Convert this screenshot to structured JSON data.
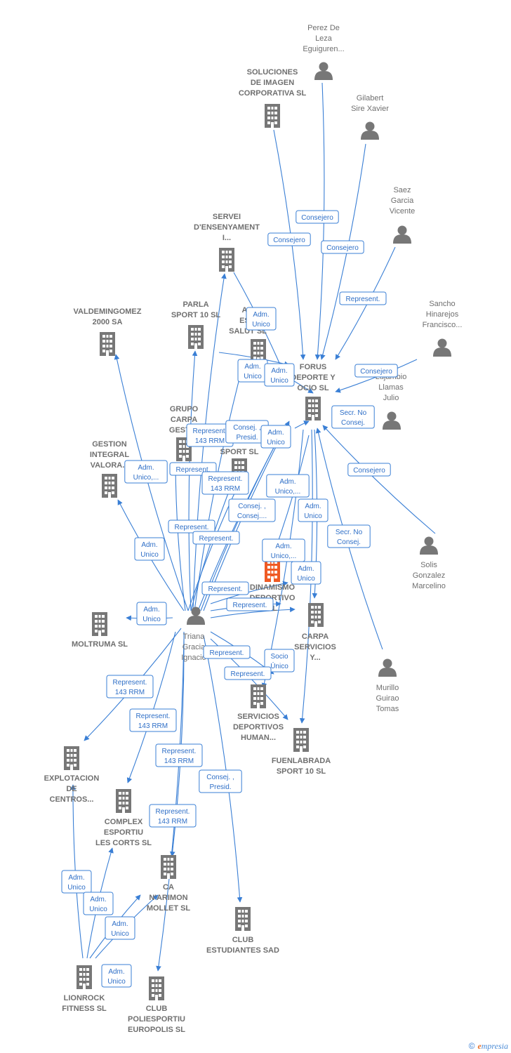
{
  "colors": {
    "edge": "#3a7fd5",
    "node": "#777777",
    "focus": "#ef5a24",
    "label": "#6f6f6f"
  },
  "footer": {
    "copyright": "©",
    "brand_e": "e",
    "brand_rest": "mpresia"
  },
  "nodes": [
    {
      "id": "perez",
      "type": "person",
      "icon": "person-icon",
      "lines": [
        "Perez De",
        "Leza",
        "Eguiguren..."
      ]
    },
    {
      "id": "soluciones",
      "type": "company",
      "icon": "building-icon",
      "lines": [
        "SOLUCIONES",
        "DE IMAGEN",
        "CORPORATIVA SL"
      ]
    },
    {
      "id": "gilabert",
      "type": "person",
      "icon": "person-icon",
      "lines": [
        "Gilabert",
        "Sire Xavier"
      ]
    },
    {
      "id": "saez",
      "type": "person",
      "icon": "person-icon",
      "lines": [
        "Saez",
        "Garcia",
        "Vicente"
      ]
    },
    {
      "id": "servei",
      "type": "company",
      "icon": "building-icon",
      "lines": [
        "SERVEI",
        "D'ENSENYAMENT",
        "I..."
      ]
    },
    {
      "id": "sancho",
      "type": "person",
      "icon": "person-icon",
      "lines": [
        "Sancho",
        "Hinarejos",
        "Francisco..."
      ]
    },
    {
      "id": "valdemingomez",
      "type": "company",
      "icon": "building-icon",
      "lines": [
        "VALDEMINGOMEZ",
        "2000 SA"
      ]
    },
    {
      "id": "parla",
      "type": "company",
      "icon": "building-icon",
      "lines": [
        "PARLA",
        "SPORT 10 SL"
      ]
    },
    {
      "id": "salut",
      "type": "company",
      "icon": "building-icon",
      "lines": [
        "A...",
        "ES...",
        "SALUT SL"
      ]
    },
    {
      "id": "forus",
      "type": "company",
      "icon": "building-icon",
      "lines": [
        "FORUS",
        "DEPORTE Y",
        "OCIO  SL"
      ]
    },
    {
      "id": "lujambio",
      "type": "person",
      "icon": "person-icon",
      "lines": [
        "Lujambio",
        "Llamas",
        "Julio"
      ]
    },
    {
      "id": "grupo",
      "type": "company",
      "icon": "building-icon",
      "lines": [
        "GRUPO",
        "CARPA",
        "GESTI..."
      ]
    },
    {
      "id": "sport",
      "type": "company",
      "icon": "building-icon",
      "lines": [
        "SPORT SL"
      ]
    },
    {
      "id": "gestion",
      "type": "company",
      "icon": "building-icon",
      "lines": [
        "GESTION",
        "INTEGRAL",
        "VALORA..."
      ]
    },
    {
      "id": "solis",
      "type": "person",
      "icon": "person-icon",
      "lines": [
        "Solis",
        "Gonzalez",
        "Marcelino"
      ]
    },
    {
      "id": "dinamismo",
      "type": "company",
      "icon": "building-icon",
      "focus": true,
      "lines": [
        "DINAMISMO",
        "DEPORTIVO",
        "SL"
      ]
    },
    {
      "id": "triana",
      "type": "person",
      "icon": "person-icon",
      "lines": [
        "Triana",
        "Gracia",
        "Ignacio"
      ]
    },
    {
      "id": "carpa",
      "type": "company",
      "icon": "building-icon",
      "lines": [
        "CARPA",
        "SERVICIOS",
        "Y..."
      ]
    },
    {
      "id": "moltruma",
      "type": "company",
      "icon": "building-icon",
      "lines": [
        "MOLTRUMA SL"
      ]
    },
    {
      "id": "murillo",
      "type": "person",
      "icon": "person-icon",
      "lines": [
        "Murillo",
        "Guirao",
        "Tomas"
      ]
    },
    {
      "id": "servicios",
      "type": "company",
      "icon": "building-icon",
      "lines": [
        "SERVICIOS",
        "DEPORTIVOS",
        "HUMAN..."
      ]
    },
    {
      "id": "fuenlabrada",
      "type": "company",
      "icon": "building-icon",
      "lines": [
        "FUENLABRADA",
        "SPORT 10 SL"
      ]
    },
    {
      "id": "explotacion",
      "type": "company",
      "icon": "building-icon",
      "lines": [
        "EXPLOTACION",
        "DE",
        "CENTROS..."
      ]
    },
    {
      "id": "complex",
      "type": "company",
      "icon": "building-icon",
      "lines": [
        "COMPLEX",
        "ESPORTIU",
        "LES CORTS SL"
      ]
    },
    {
      "id": "ca",
      "type": "company",
      "icon": "building-icon",
      "lines": [
        "CA",
        "N'ARIMON",
        "MOLLET SL"
      ]
    },
    {
      "id": "estudiantes",
      "type": "company",
      "icon": "building-icon",
      "lines": [
        "CLUB",
        "ESTUDIANTES SAD"
      ]
    },
    {
      "id": "lionrock",
      "type": "company",
      "icon": "building-icon",
      "lines": [
        "LIONROCK",
        "FITNESS  SL"
      ]
    },
    {
      "id": "europolis",
      "type": "company",
      "icon": "building-icon",
      "lines": [
        "CLUB",
        "POLIESPORTIU",
        "EUROPOLIS SL"
      ]
    }
  ],
  "edge_labels": [
    {
      "id": "l1",
      "lines": [
        "Consejero"
      ]
    },
    {
      "id": "l2",
      "lines": [
        "Consejero"
      ]
    },
    {
      "id": "l3",
      "lines": [
        "Consejero"
      ]
    },
    {
      "id": "l4",
      "lines": [
        "Represent."
      ]
    },
    {
      "id": "l5",
      "lines": [
        "Consejero"
      ]
    },
    {
      "id": "l6",
      "lines": [
        "Adm.",
        "Unico"
      ]
    },
    {
      "id": "l7",
      "lines": [
        "Adm.",
        "Unico"
      ]
    },
    {
      "id": "l8",
      "lines": [
        "Adm.",
        "Unico"
      ]
    },
    {
      "id": "l9",
      "lines": [
        "Secr.  No",
        "Consej."
      ]
    },
    {
      "id": "l10",
      "lines": [
        "Represent.",
        "143 RRM"
      ]
    },
    {
      "id": "l11",
      "lines": [
        "Consej. ,",
        "Presid."
      ]
    },
    {
      "id": "l12",
      "lines": [
        "Adm.",
        "Unico"
      ]
    },
    {
      "id": "l13",
      "lines": [
        "Adm.",
        "Unico,..."
      ]
    },
    {
      "id": "l14",
      "lines": [
        "Represent."
      ]
    },
    {
      "id": "l15",
      "lines": [
        "Represent.",
        "143 RRM"
      ]
    },
    {
      "id": "l16",
      "lines": [
        "Consejero"
      ]
    },
    {
      "id": "l17",
      "lines": [
        "Adm.",
        "Unico,..."
      ]
    },
    {
      "id": "l18",
      "lines": [
        "Consej. ,",
        "Consej...."
      ]
    },
    {
      "id": "l19",
      "lines": [
        "Adm.",
        "Unico"
      ]
    },
    {
      "id": "l20",
      "lines": [
        "Represent."
      ]
    },
    {
      "id": "l21",
      "lines": [
        "Represent."
      ]
    },
    {
      "id": "l22",
      "lines": [
        "Secr.  No",
        "Consej."
      ]
    },
    {
      "id": "l23",
      "lines": [
        "Adm.",
        "Unico"
      ]
    },
    {
      "id": "l24",
      "lines": [
        "Adm.",
        "Unico,..."
      ]
    },
    {
      "id": "l25",
      "lines": [
        "Adm.",
        "Unico"
      ]
    },
    {
      "id": "l26",
      "lines": [
        "Represent."
      ]
    },
    {
      "id": "l27",
      "lines": [
        "Represent."
      ]
    },
    {
      "id": "l28",
      "lines": [
        "Adm.",
        "Unico"
      ]
    },
    {
      "id": "l29",
      "lines": [
        "Represent."
      ]
    },
    {
      "id": "l30",
      "lines": [
        "Socio",
        "Único"
      ]
    },
    {
      "id": "l31",
      "lines": [
        "Represent."
      ]
    },
    {
      "id": "l32",
      "lines": [
        "Represent.",
        "143 RRM"
      ]
    },
    {
      "id": "l33",
      "lines": [
        "Represent.",
        "143 RRM"
      ]
    },
    {
      "id": "l34",
      "lines": [
        "Represent.",
        "143 RRM"
      ]
    },
    {
      "id": "l35",
      "lines": [
        "Consej. ,",
        "Presid."
      ]
    },
    {
      "id": "l36",
      "lines": [
        "Represent.",
        "143 RRM"
      ]
    },
    {
      "id": "l37",
      "lines": [
        "Adm.",
        "Unico"
      ]
    },
    {
      "id": "l38",
      "lines": [
        "Adm.",
        "Unico"
      ]
    },
    {
      "id": "l39",
      "lines": [
        "Adm.",
        "Unico"
      ]
    },
    {
      "id": "l40",
      "lines": [
        "Adm.",
        "Unico"
      ]
    }
  ]
}
